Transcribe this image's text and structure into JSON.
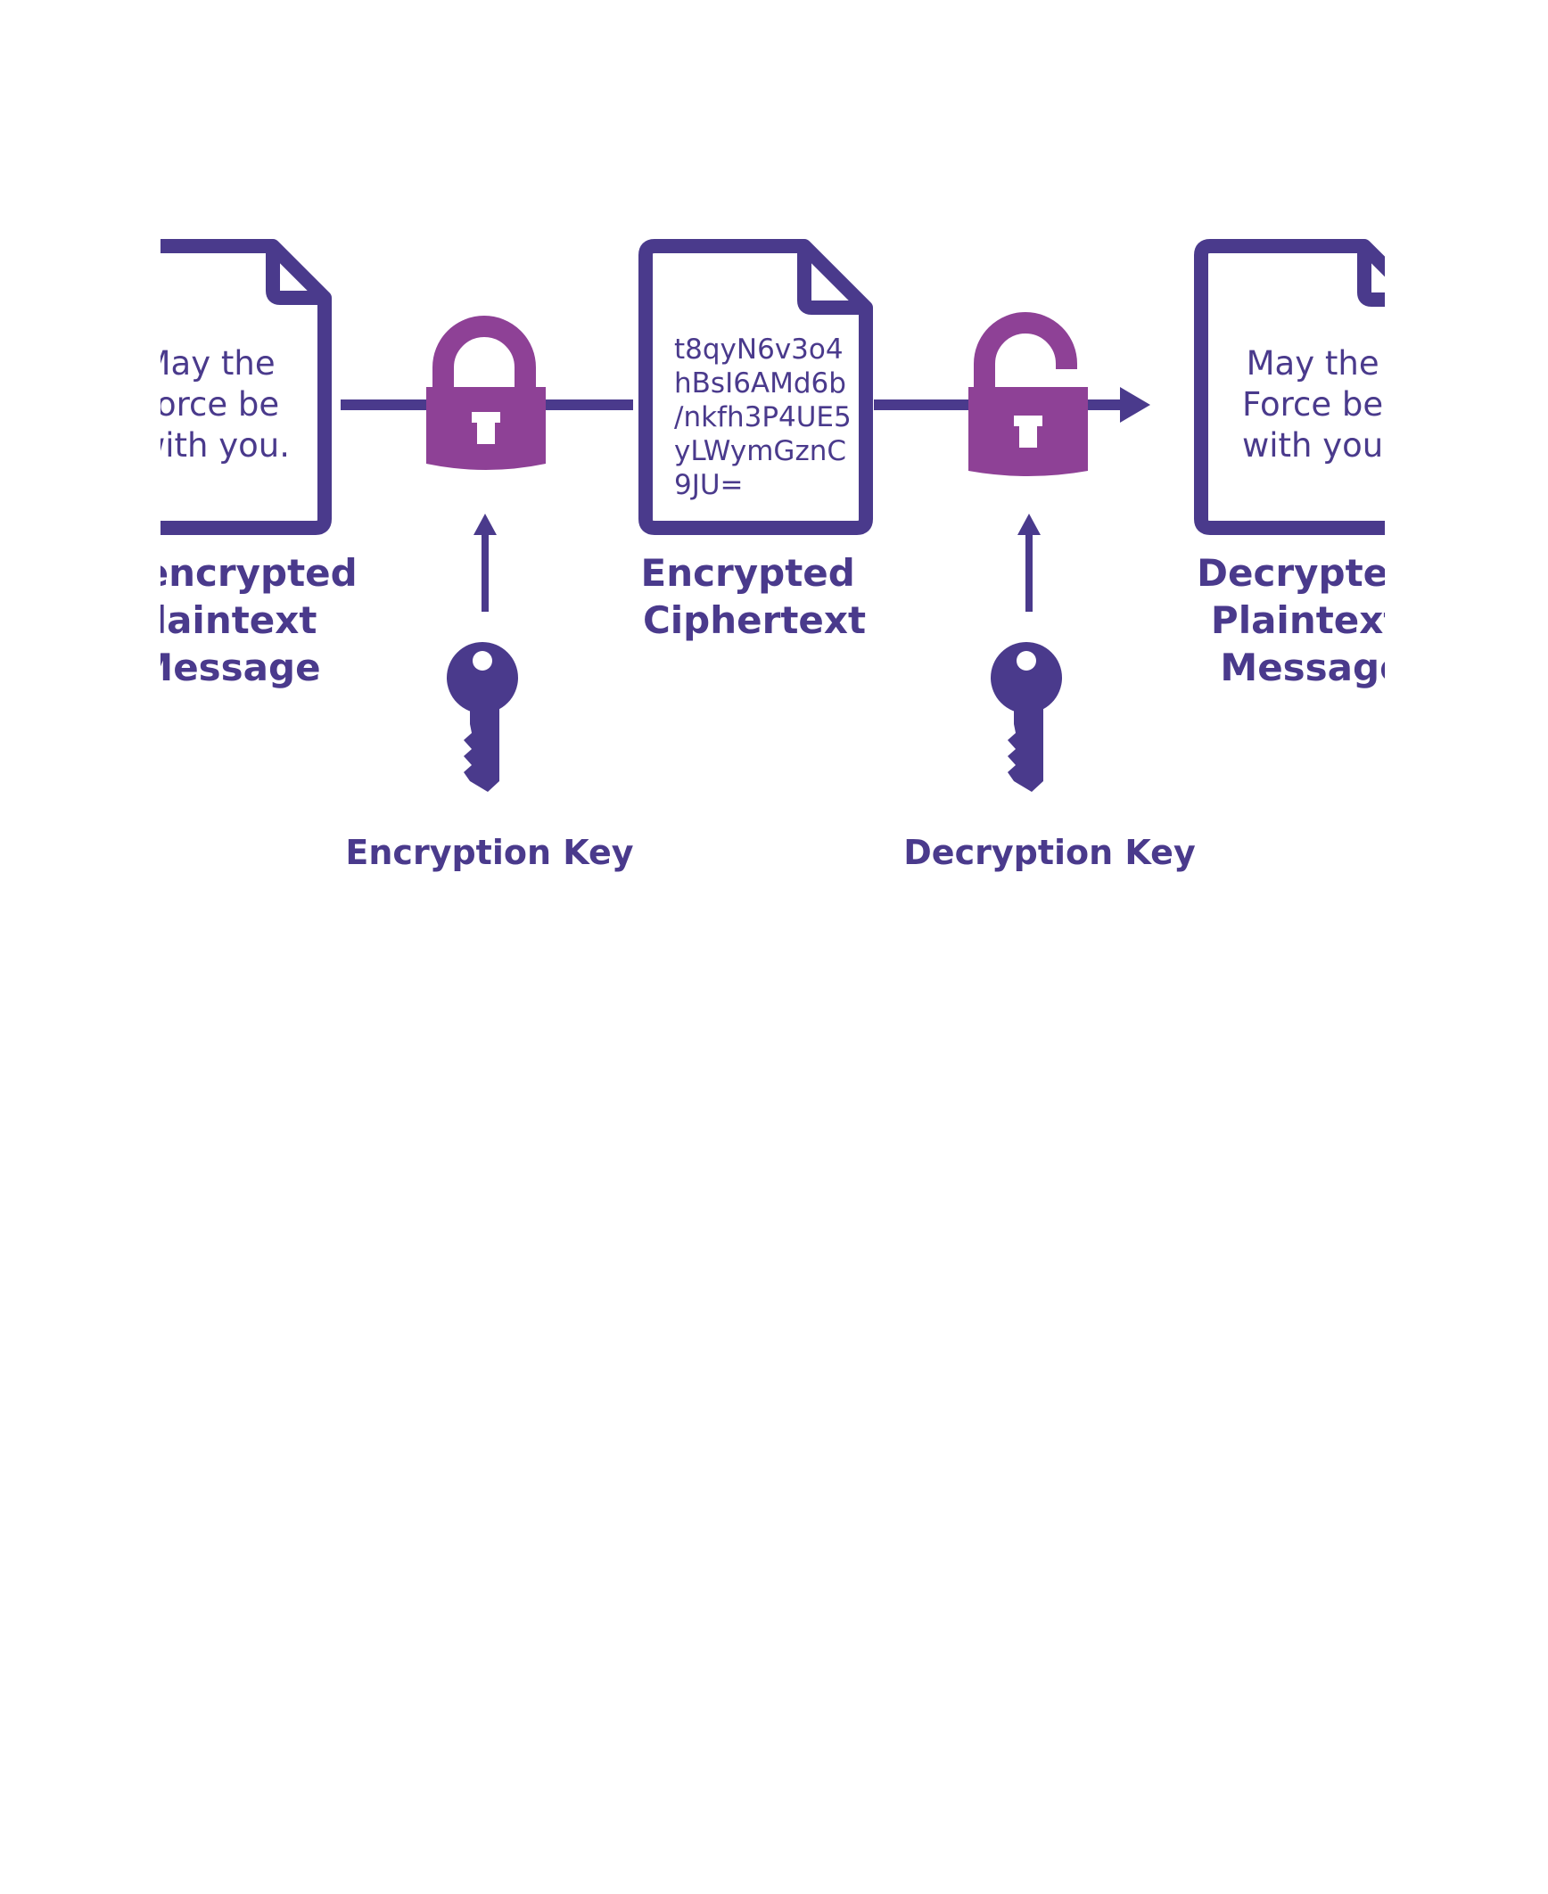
{
  "colors": {
    "navy": "#4a3a8c",
    "purple": "#8e4196",
    "text": "#4a3a8c",
    "background": "#ffffff"
  },
  "plaintext_doc": {
    "lines": [
      "May the",
      "Force be",
      "with you."
    ],
    "caption": [
      "Unencrypted",
      "Plaintext",
      "Message"
    ]
  },
  "cipher_doc": {
    "lines": [
      "t8qyN6v3o4",
      "hBsI6AMd6b",
      "/nkfh3P4UE5",
      "yLWymGznC",
      "9JU="
    ],
    "caption": [
      "Encrypted",
      "Ciphertext"
    ]
  },
  "decrypted_doc": {
    "lines": [
      "May the",
      "Force be",
      "with you."
    ],
    "caption": [
      "Decrypted",
      "Plaintext",
      "Message"
    ]
  },
  "encryption": {
    "lock_icon": "closed-padlock-icon",
    "key_icon": "key-icon",
    "key_label": "Encryption Key"
  },
  "decryption": {
    "lock_icon": "open-padlock-icon",
    "key_icon": "key-icon",
    "key_label": "Decryption Key"
  }
}
